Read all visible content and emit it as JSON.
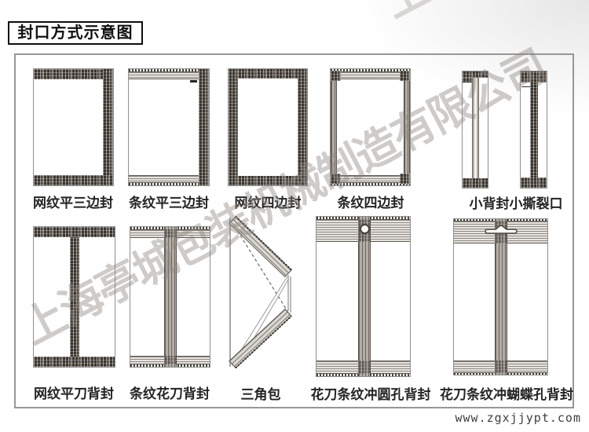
{
  "title": "封口方式示意图",
  "watermark": "上海亭城包装机械制造有限公司",
  "website": "www.zgxjjypt.com",
  "colors": {
    "plaid_seal": "#3a332c",
    "stripe_bg": "#e6e3df",
    "stripe_line": "#8f8a84",
    "back_seal_stripe": "#b3ada6",
    "label_text": "#232323",
    "panel_border": "#979797",
    "watermark_gray": "#8d857f"
  },
  "diagram": {
    "row1": [
      {
        "label": "网纹平三边封"
      },
      {
        "label": "条纹平三边封"
      },
      {
        "label": "网纹四边封"
      },
      {
        "label": "条纹四边封"
      },
      {
        "label": "小背封小撕裂口"
      }
    ],
    "row2": [
      {
        "label": "网纹平刀背封"
      },
      {
        "label": "条纹花刀背封"
      },
      {
        "label": "三角包"
      },
      {
        "label": "花刀条纹冲圆孔背封"
      },
      {
        "label": "花刀条纹冲蝴蝶孔背封"
      }
    ]
  }
}
